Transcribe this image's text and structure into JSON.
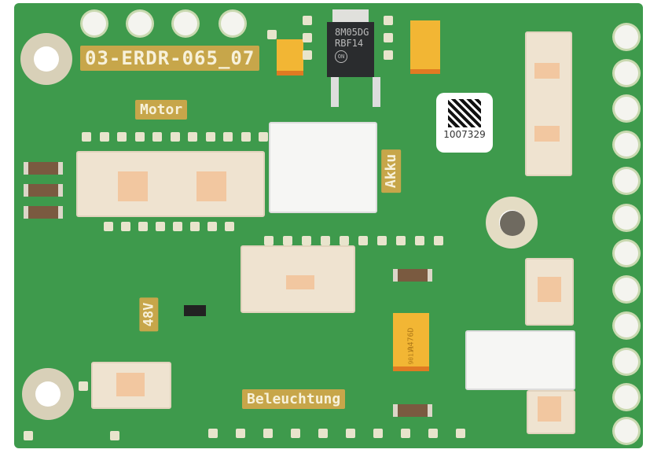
{
  "board_label": "03-ERDR-065_07",
  "silkscreen": {
    "motor": "Motor",
    "akku": "Akku",
    "voltage": "48V",
    "lighting": "Beleuchtung"
  },
  "regulator": {
    "line1": "8M05DG",
    "line2": "RBF14",
    "logo": "ON"
  },
  "capacitor_large": {
    "line1": "A476D",
    "line2": "90111"
  },
  "serial_label": "1007329",
  "colors": {
    "pcb": "#3e9a4c",
    "silkscreen": "#c7a64a",
    "connector": "#efe3d0",
    "tantalum": "#f2b634"
  }
}
